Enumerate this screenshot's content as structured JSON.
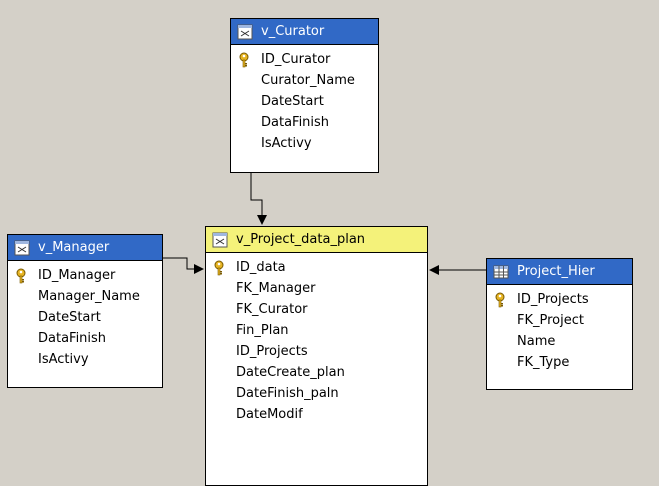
{
  "tables": {
    "curator": {
      "title": "v_Curator",
      "kind": "view",
      "columns": [
        "ID_Curator",
        "Curator_Name",
        "DateStart",
        "DataFinish",
        "IsActivy"
      ],
      "key_column": "ID_Curator"
    },
    "manager": {
      "title": "v_Manager",
      "kind": "view",
      "columns": [
        "ID_Manager",
        "Manager_Name",
        "DateStart",
        "DataFinish",
        "IsActivy"
      ],
      "key_column": "ID_Manager"
    },
    "plan": {
      "title": "v_Project_data_plan",
      "kind": "view",
      "columns": [
        "ID_data",
        "FK_Manager",
        "FK_Curator",
        "Fin_Plan",
        "ID_Projects",
        "DateCreate_plan",
        "DateFinish_paln",
        "DateModif"
      ],
      "key_column": "ID_data"
    },
    "project_hier": {
      "title": "Project_Hier",
      "kind": "table",
      "columns": [
        "ID_Projects",
        "FK_Project",
        "Name",
        "FK_Type"
      ],
      "key_column": "ID_Projects"
    }
  },
  "colors": {
    "canvas": "#d4d0c8",
    "header_blue": "#3169c6",
    "header_highlight": "#f4f27a"
  },
  "icons": {
    "view": "view-icon",
    "table": "table-grid-icon",
    "key": "key-icon"
  }
}
